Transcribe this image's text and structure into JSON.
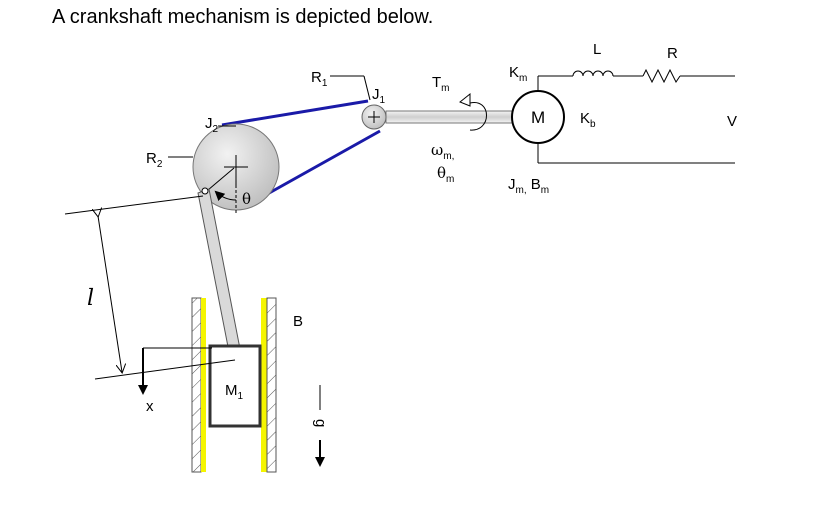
{
  "title": "A crankshaft mechanism is depicted below.",
  "labels": {
    "R1_main": "R",
    "R1_sub": "1",
    "J1_main": "J",
    "J1_sub": "1",
    "J2_main": "J",
    "J2_sub": "2",
    "R2_main": "R",
    "R2_sub": "2",
    "theta": "θ",
    "Tm_main": "T",
    "Tm_sub": "m",
    "omega_main": "ω",
    "omega_sub": "m,",
    "thetam_main": "θ",
    "thetam_sub": "m",
    "Km_main": "K",
    "Km_sub": "m",
    "motor": "M",
    "Kb_main": "K",
    "Kb_sub": "b",
    "Jm_main": "J",
    "Jm_sub": "m,",
    "Bm_main": " B",
    "Bm_sub": "m",
    "L": "L",
    "R": "R",
    "V": "V",
    "l": "l",
    "B": "B",
    "M1_main": "M",
    "M1_sub": "1",
    "x": "x",
    "g": "g"
  },
  "colors": {
    "belt": "#1a1aa8",
    "wall_stripe": "#f5f500",
    "pulley_fill": "#d9d9d9",
    "shaft_fill": "#e6e6e6"
  }
}
